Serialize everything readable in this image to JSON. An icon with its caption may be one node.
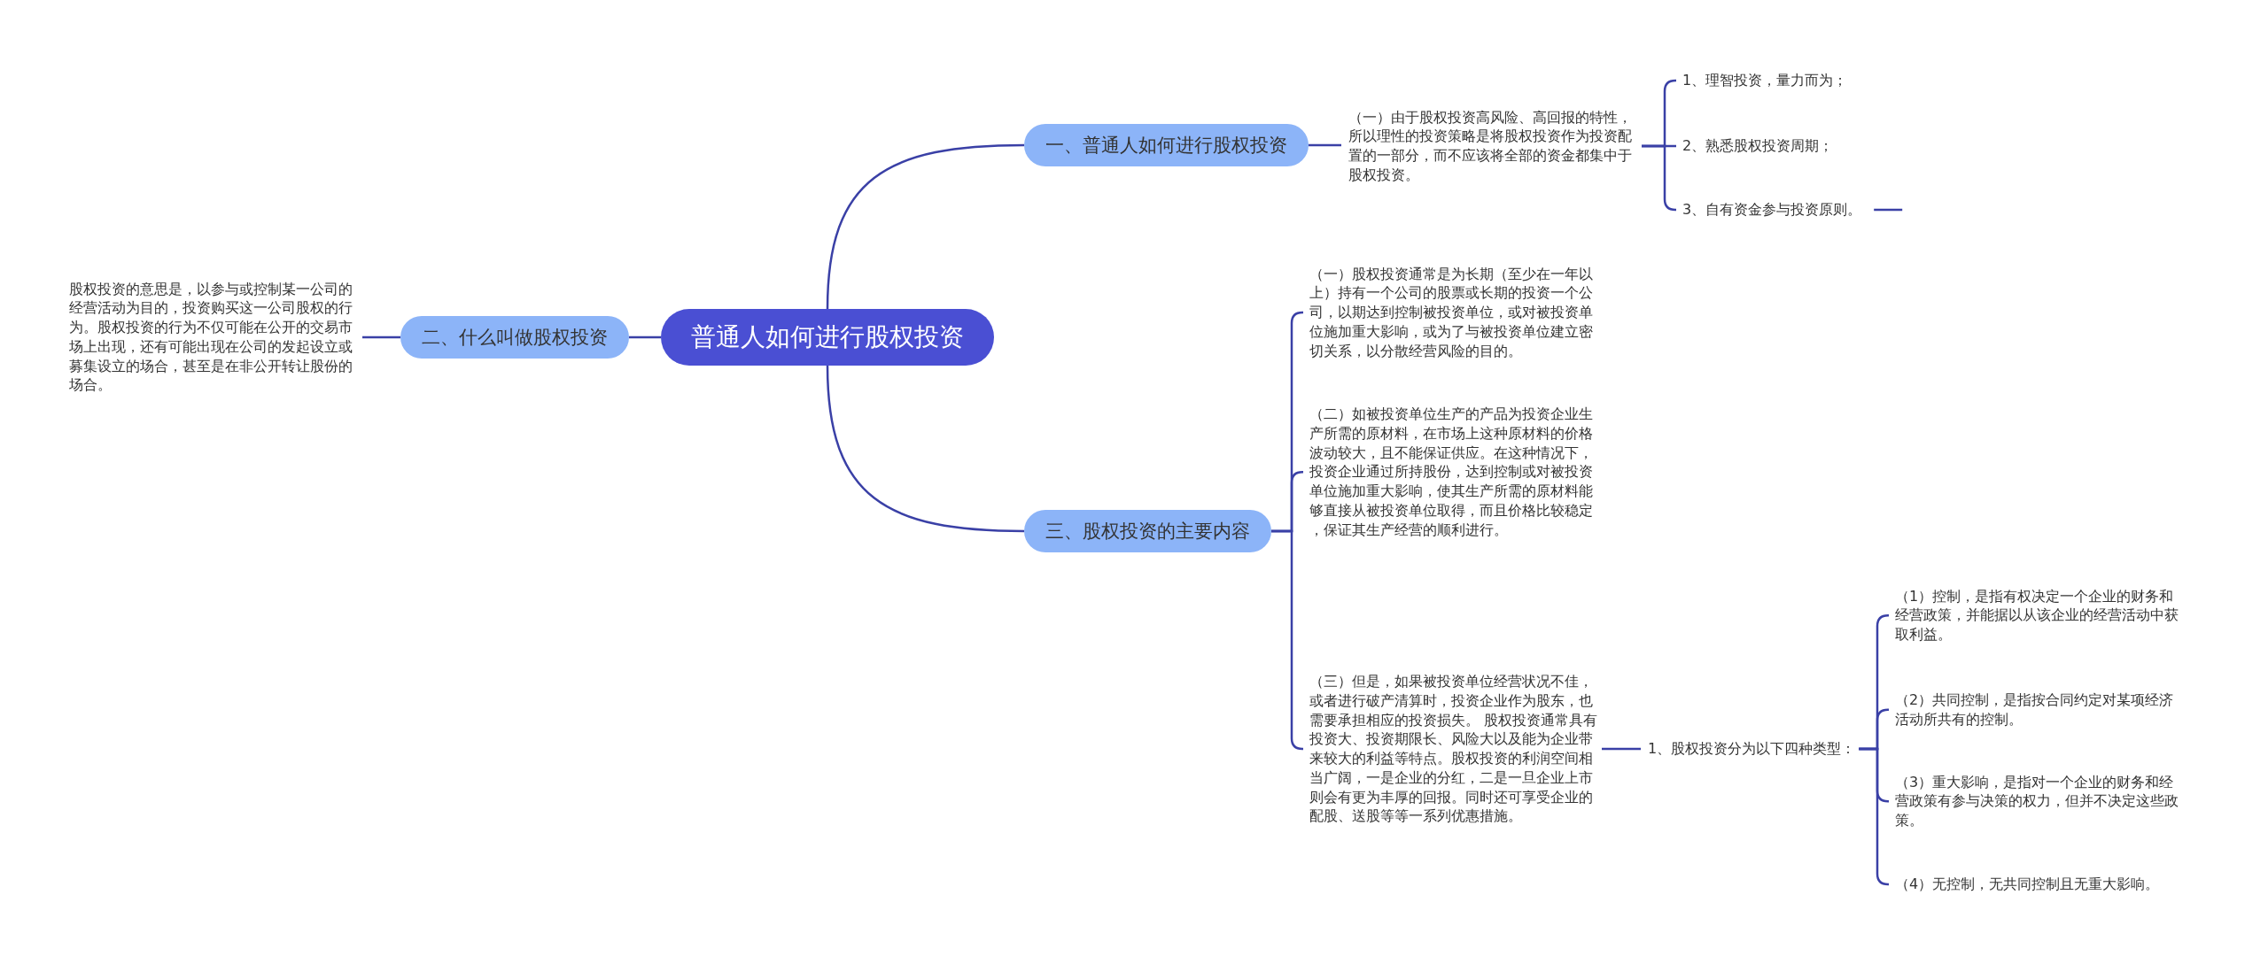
{
  "diagram": {
    "nodes": [
      {
        "text": [
          "普通人如何进行股权投资"
        ]
      },
      {
        "text": [
          "一、普通人如何进行股权投资"
        ]
      },
      {
        "text": [
          "（一）由于股权投资高风险、高回报的特性，所以理性的投资策略是将股权投资作为投资配置的一部分，而不应该将全部的资金都集中于股权投资。"
        ]
      },
      {
        "text": [
          "1、理智投资，量力而为；"
        ]
      },
      {
        "text": [
          "2、熟悉股权投资周期；"
        ]
      },
      {
        "text": [
          "3、自有资金参与投资原则。"
        ]
      },
      {
        "text": [
          "二、什么叫做股权投资"
        ]
      },
      {
        "text": [
          "股权投资的意思是，以参与或控制某一公司的经营活动为目的，投资购买这一公司股权的行为。股权投资的行为不仅可能在公开的交易市场上出现，还有可能出现在公司的发起设立或募集设立的场合，甚至是在非公开转让股份的场合。"
        ]
      },
      {
        "text": [
          "三、股权投资的主要内容"
        ]
      },
      {
        "text": [
          "（一）股权投资通常是为长期（至少在一年以上）持有一个公司的股票或长期的投资一个公司，以期达到控制被投资单位，或对被投资单位施加重大影响，或为了与被投资单位建立密切关系，以分散经营风险的目的。"
        ]
      },
      {
        "text": [
          "（二）如被投资单位生产的产品为投资企业生产所需的原材料，在市场上这种原材料的价格波动较大，且不能保证供应。在这种情况下，投资企业通过所持股份，达到控制或对被投资单位施加重大影响，使其生产所需的原材料能够直接从被投资单位取得，而且价格比较稳定，保证其生产经营的顺利进行。"
        ]
      },
      {
        "text": [
          "（三）但是，如果被投资单位经营状况不佳，或者进行破产清算时，投资企业作为股东，也需要承担相应的投资损失。 股权投资通常具有投资大、投资期限长、风险大以及能为企业带来较大的利益等特点。股权投资的利润空间相当广阔，一是企业的分红，二是一旦企业上市则会有更为丰厚的回报。同时还可享受企业的配股、送股等等一系列优惠措施。"
        ]
      },
      {
        "text": [
          "1、股权投资分为以下四种类型："
        ]
      },
      {
        "text": [
          "（1）控制，是指有权决定一个企业的财务和经营政策，并能据以从该企业的经营活动中获取利益。"
        ]
      },
      {
        "text": [
          "（2）共同控制，是指按合同约定对某项经济活动所共有的控制。"
        ]
      },
      {
        "text": [
          "（3）重大影响，是指对一个企业的财务和经营政策有参与决策的权力，但并不决定这些政策。"
        ]
      },
      {
        "text": [
          "（4）无控制，无共同控制且无重大影响。"
        ]
      }
    ],
    "edges": [
      {
        "from": 0,
        "to": 1,
        "arrow": "none"
      },
      {
        "from": 1,
        "to": 2,
        "arrow": "none"
      },
      {
        "from": 2,
        "to": 3,
        "arrow": "none"
      },
      {
        "from": 2,
        "to": 4,
        "arrow": "none"
      },
      {
        "from": 2,
        "to": 5,
        "arrow": "none"
      },
      {
        "from": 5,
        "to": null,
        "arrow": "none"
      },
      {
        "from": 0,
        "to": 6,
        "arrow": "none"
      },
      {
        "from": 6,
        "to": 7,
        "arrow": "none"
      },
      {
        "from": 0,
        "to": 8,
        "arrow": "none"
      },
      {
        "from": 8,
        "to": 9,
        "arrow": "none"
      },
      {
        "from": 8,
        "to": 10,
        "arrow": "none"
      },
      {
        "from": 8,
        "to": 11,
        "arrow": "none"
      },
      {
        "from": 11,
        "to": 12,
        "arrow": "none"
      },
      {
        "from": 12,
        "to": 13,
        "arrow": "none"
      },
      {
        "from": 12,
        "to": 14,
        "arrow": "none"
      },
      {
        "from": 12,
        "to": 15,
        "arrow": "none"
      },
      {
        "from": 12,
        "to": 16,
        "arrow": "none"
      }
    ]
  }
}
